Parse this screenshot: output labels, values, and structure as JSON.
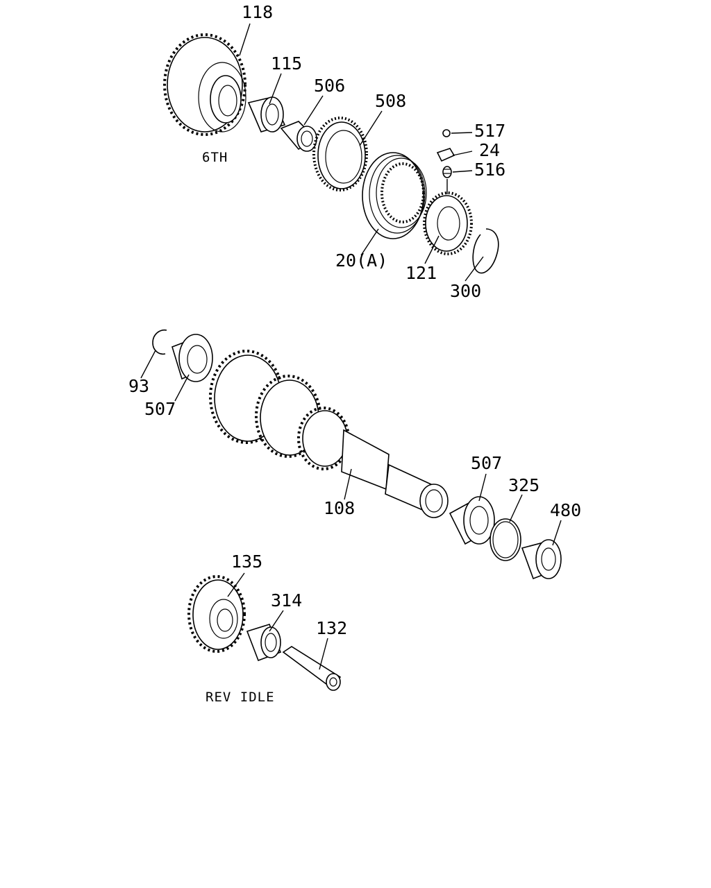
{
  "captions": {
    "sixth": "6TH",
    "rev_idle": "REV IDLE"
  },
  "labels": {
    "p118": "118",
    "p115": "115",
    "p506": "506",
    "p508": "508",
    "p517": "517",
    "p24": "24",
    "p516": "516",
    "p20a": "20(A)",
    "p121": "121",
    "p300": "300",
    "p93": "93",
    "p507a": "507",
    "p108": "108",
    "p507b": "507",
    "p325": "325",
    "p480": "480",
    "p135": "135",
    "p314": "314",
    "p132": "132"
  }
}
